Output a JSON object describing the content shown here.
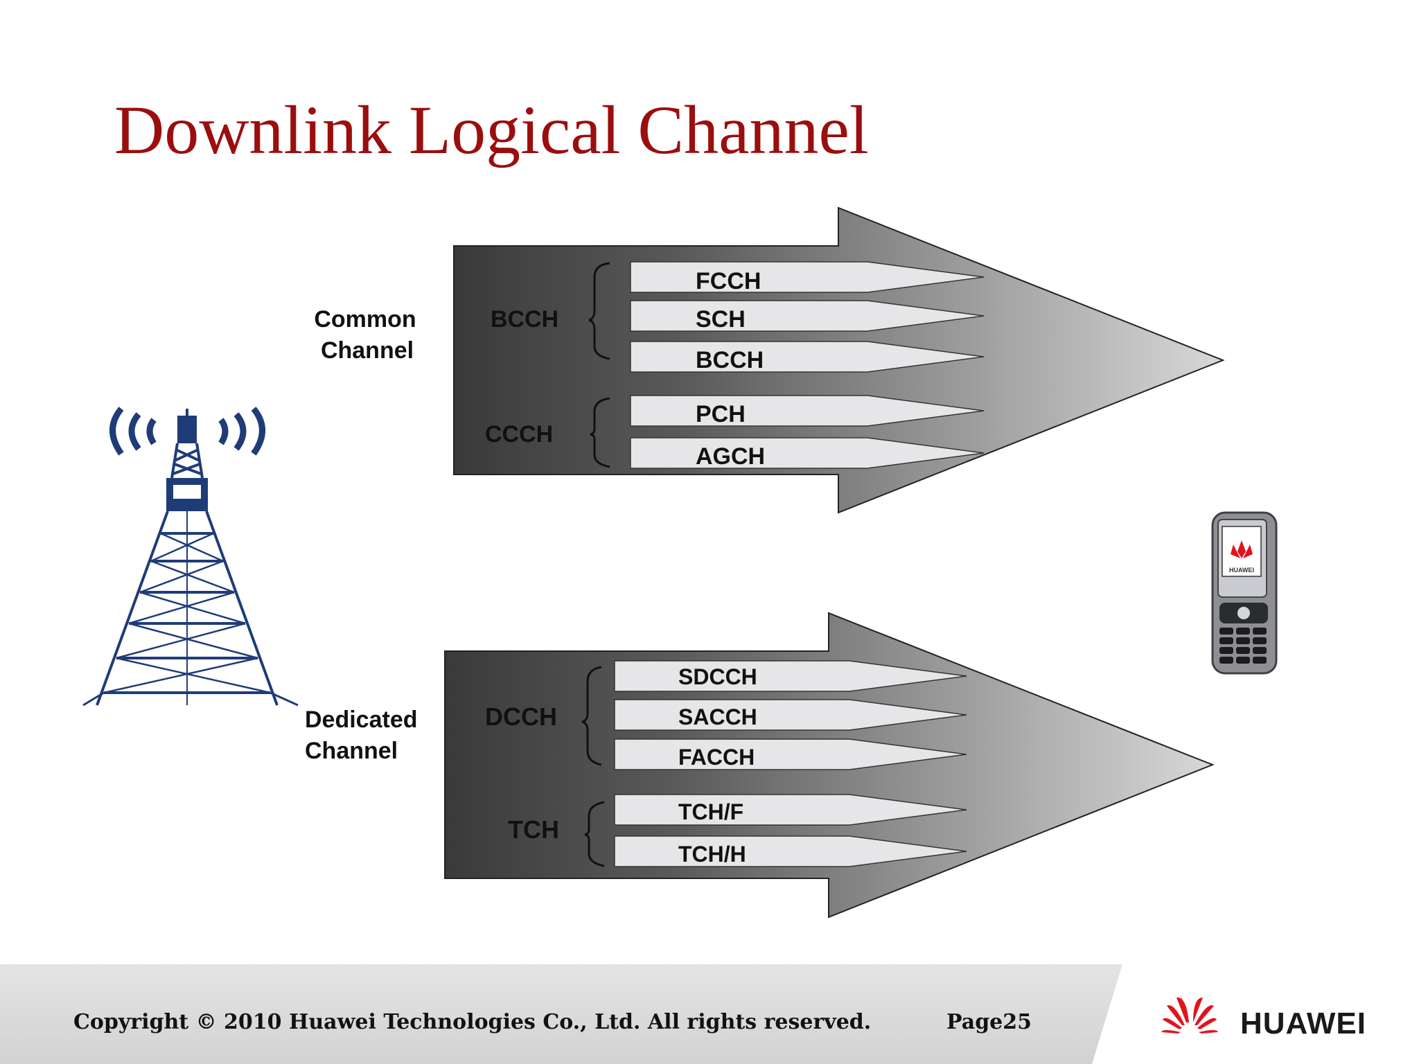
{
  "slide": {
    "title": "Downlink Logical Channel"
  },
  "common": {
    "label_line1": "Common",
    "label_line2": "Channel",
    "groups": [
      {
        "name": "BCCH",
        "channels": [
          "FCCH",
          "SCH",
          "BCCH"
        ]
      },
      {
        "name": "CCCH",
        "channels": [
          "PCH",
          "AGCH"
        ]
      }
    ]
  },
  "dedicated": {
    "label_line1": "Dedicated",
    "label_line2": "Channel",
    "groups": [
      {
        "name": "DCCH",
        "channels": [
          "SDCCH",
          "SACCH",
          "FACCH"
        ]
      },
      {
        "name": "TCH",
        "channels": [
          "TCH/F",
          "TCH/H"
        ]
      }
    ]
  },
  "phone": {
    "brand": "HUAWEI"
  },
  "footer": {
    "copyright": "Copyright © 2010 Huawei Technologies Co., Ltd. All rights reserved.",
    "page": "Page25",
    "logo_text": "HUAWEI"
  },
  "colors": {
    "title": "#9b0e0e",
    "tower": "#1f3c78",
    "logo_red": "#e0141e",
    "arrow_dark": "#3c3c3c",
    "arrow_light": "#d4d4d4"
  },
  "icons": [
    "radio-tower-icon",
    "mobile-phone-icon",
    "huawei-logo-icon"
  ]
}
